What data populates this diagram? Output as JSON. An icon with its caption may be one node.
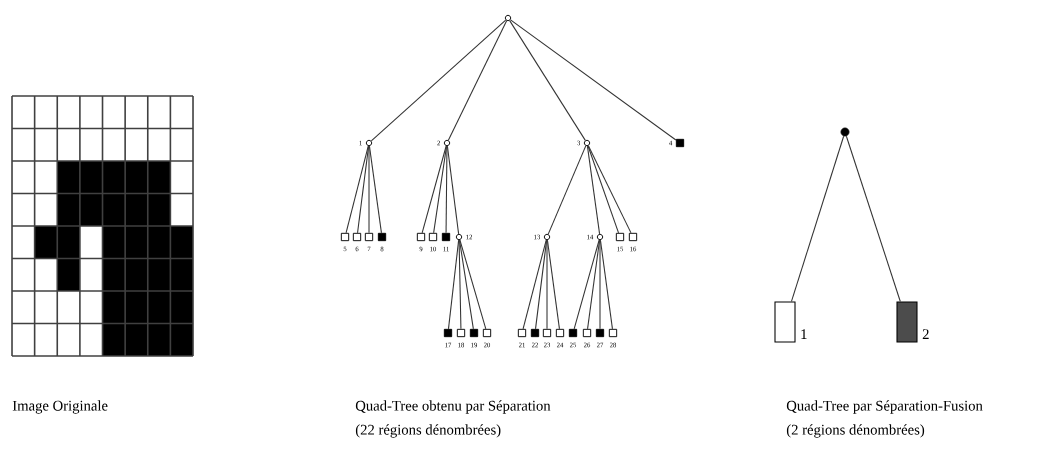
{
  "diagram": {
    "nodes": [
      {
        "text": [],
        "shape": "circle"
      },
      {
        "text": [],
        "shape": "circle",
        "beside": [
          "1"
        ]
      },
      {
        "text": [],
        "shape": "circle",
        "beside": [
          "2"
        ]
      },
      {
        "text": [],
        "shape": "circle",
        "beside": [
          "3"
        ]
      },
      {
        "text": [],
        "shape": "box",
        "beside": [
          "4"
        ]
      },
      {
        "text": [],
        "shape": "box",
        "beside": [
          "5"
        ]
      },
      {
        "text": [],
        "shape": "box",
        "beside": [
          "6"
        ]
      },
      {
        "text": [],
        "shape": "box",
        "beside": [
          "7"
        ]
      },
      {
        "text": [],
        "shape": "box",
        "beside": [
          "8"
        ]
      },
      {
        "text": [],
        "shape": "box",
        "beside": [
          "9"
        ]
      },
      {
        "text": [],
        "shape": "box",
        "beside": [
          "10"
        ]
      },
      {
        "text": [],
        "shape": "box",
        "beside": [
          "11"
        ]
      },
      {
        "text": [],
        "shape": "circle",
        "beside": [
          "12"
        ]
      },
      {
        "text": [],
        "shape": "circle",
        "beside": [
          "13"
        ]
      },
      {
        "text": [],
        "shape": "circle",
        "beside": [
          "14"
        ]
      },
      {
        "text": [],
        "shape": "box",
        "beside": [
          "15"
        ]
      },
      {
        "text": [],
        "shape": "box",
        "beside": [
          "16"
        ]
      },
      {
        "text": [],
        "shape": "box",
        "beside": [
          "17"
        ]
      },
      {
        "text": [],
        "shape": "box",
        "beside": [
          "18"
        ]
      },
      {
        "text": [],
        "shape": "box",
        "beside": [
          "19"
        ]
      },
      {
        "text": [],
        "shape": "box",
        "beside": [
          "20"
        ]
      },
      {
        "text": [],
        "shape": "box",
        "beside": [
          "21"
        ]
      },
      {
        "text": [],
        "shape": "box",
        "beside": [
          "22"
        ]
      },
      {
        "text": [],
        "shape": "box",
        "beside": [
          "23"
        ]
      },
      {
        "text": [],
        "shape": "box",
        "beside": [
          "24"
        ]
      },
      {
        "text": [],
        "shape": "box",
        "beside": [
          "25"
        ]
      },
      {
        "text": [],
        "shape": "box",
        "beside": [
          "26"
        ]
      },
      {
        "text": [],
        "shape": "box",
        "beside": [
          "27"
        ]
      },
      {
        "text": [],
        "shape": "box",
        "beside": [
          "28"
        ]
      },
      {
        "text": [],
        "shape": "circle"
      },
      {
        "text": [],
        "shape": "box",
        "beside": [
          "1"
        ]
      },
      {
        "text": [],
        "shape": "box",
        "beside": [
          "2"
        ]
      }
    ],
    "edges": [
      {
        "from": 0,
        "to": 1,
        "arrow": "none"
      },
      {
        "from": 0,
        "to": 2,
        "arrow": "none"
      },
      {
        "from": 0,
        "to": 3,
        "arrow": "none"
      },
      {
        "from": 0,
        "to": 4,
        "arrow": "none"
      },
      {
        "from": 1,
        "to": 5,
        "arrow": "none"
      },
      {
        "from": 1,
        "to": 6,
        "arrow": "none"
      },
      {
        "from": 1,
        "to": 7,
        "arrow": "none"
      },
      {
        "from": 1,
        "to": 8,
        "arrow": "none"
      },
      {
        "from": 2,
        "to": 9,
        "arrow": "none"
      },
      {
        "from": 2,
        "to": 10,
        "arrow": "none"
      },
      {
        "from": 2,
        "to": 11,
        "arrow": "none"
      },
      {
        "from": 2,
        "to": 12,
        "arrow": "none"
      },
      {
        "from": 3,
        "to": 13,
        "arrow": "none"
      },
      {
        "from": 3,
        "to": 14,
        "arrow": "none"
      },
      {
        "from": 3,
        "to": 15,
        "arrow": "none"
      },
      {
        "from": 3,
        "to": 16,
        "arrow": "none"
      },
      {
        "from": 12,
        "to": 17,
        "arrow": "none"
      },
      {
        "from": 12,
        "to": 18,
        "arrow": "none"
      },
      {
        "from": 12,
        "to": 19,
        "arrow": "none"
      },
      {
        "from": 12,
        "to": 20,
        "arrow": "none"
      },
      {
        "from": 13,
        "to": 21,
        "arrow": "none"
      },
      {
        "from": 13,
        "to": 22,
        "arrow": "none"
      },
      {
        "from": 13,
        "to": 23,
        "arrow": "none"
      },
      {
        "from": 13,
        "to": 24,
        "arrow": "none"
      },
      {
        "from": 14,
        "to": 25,
        "arrow": "none"
      },
      {
        "from": 14,
        "to": 26,
        "arrow": "none"
      },
      {
        "from": 14,
        "to": 27,
        "arrow": "none"
      },
      {
        "from": 14,
        "to": 28,
        "arrow": "none"
      },
      {
        "from": 29,
        "to": 30,
        "arrow": "none"
      },
      {
        "from": 29,
        "to": 31,
        "arrow": "none"
      }
    ],
    "labels": [
      "Image Originale",
      "Quad-Tree obtenu par Séparation",
      "(22 régions dénombrées)",
      "Quad-Tree par Séparation-Fusion",
      "(2 régions dénombrées)"
    ]
  }
}
